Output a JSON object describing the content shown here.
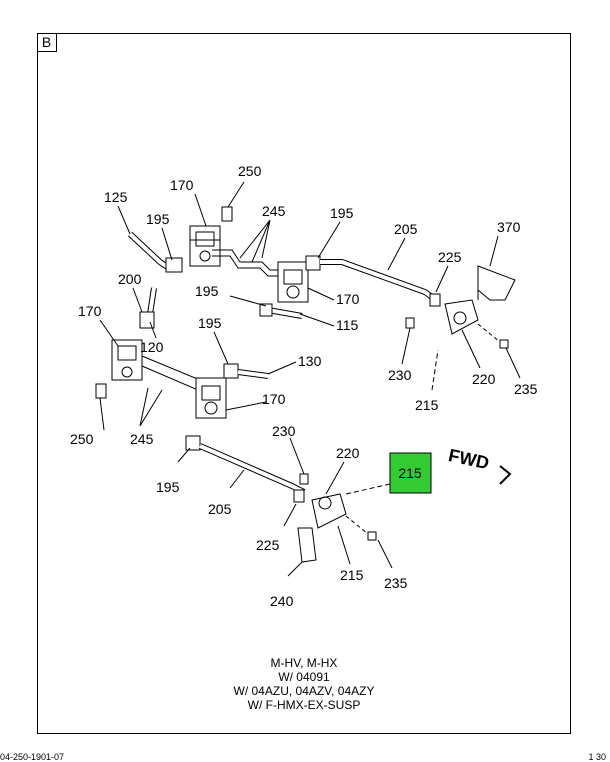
{
  "view_letter": "B",
  "fwd_label": "FWD",
  "highlight": {
    "label": "215",
    "color": "#33cc33"
  },
  "callouts": {
    "c125": "125",
    "c170a": "170",
    "c250a": "250",
    "c195a": "195",
    "c245a": "245",
    "c195b": "195",
    "c205a": "205",
    "c370": "370",
    "c225a": "225",
    "c195c": "195",
    "c170b": "170",
    "c115": "115",
    "c200": "200",
    "c170c": "170",
    "c120": "120",
    "c195d": "195",
    "c130": "130",
    "c230a": "230",
    "c220a": "220",
    "c235a": "235",
    "c215a": "215",
    "c250b": "250",
    "c245b": "245",
    "c170d": "170",
    "c230b": "230",
    "c220b": "220",
    "c195e": "195",
    "c205b": "205",
    "c225b": "225",
    "c215b": "215",
    "c235b": "235",
    "c240": "240"
  },
  "notes": [
    "M-HV, M-HX",
    "W/ 04091",
    "W/ 04AZU, 04AZV, 04AZY",
    "W/ F-HMX-EX-SUSP"
  ],
  "footer": {
    "left": "04-250-1901-07",
    "right": "1 30"
  }
}
